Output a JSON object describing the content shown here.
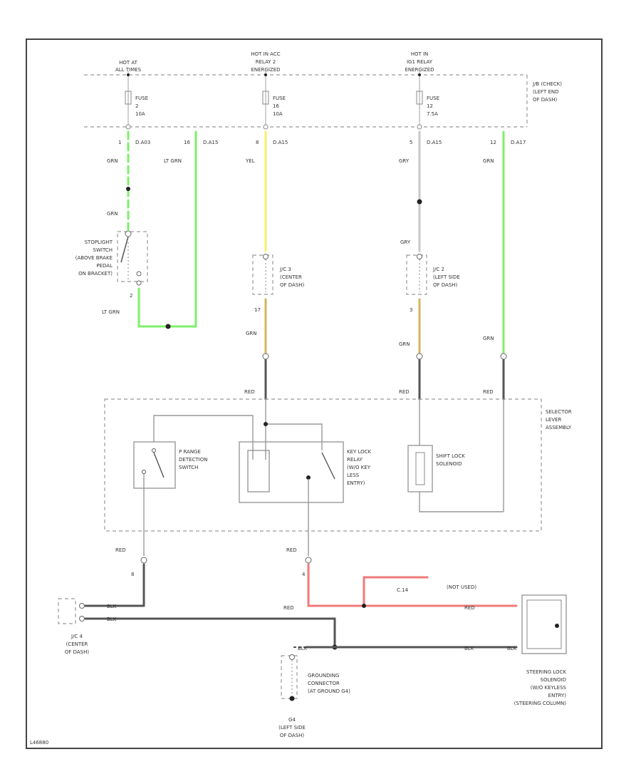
{
  "colors": {
    "green": "#7cf06a",
    "yellow": "#f4f06a",
    "tan": "#d6b45a",
    "red": "#f07a7a",
    "black": "#444444",
    "gray": "#c8c8c8",
    "frame": "#444444"
  },
  "labels": {
    "hot_at_1": "HOT AT",
    "hot_at_2": "ALL TIMES",
    "hot_relay_1": "HOT IN ACC",
    "hot_relay_2": "RELAY 2",
    "hot_relay_3": "ENERGIZED",
    "hot_ig_1": "HOT IN",
    "hot_ig_2": "IG1 RELAY",
    "hot_ig_3": "ENERGIZED",
    "jb_1": "J/B (CHECK)",
    "jb_2": "(LEFT END",
    "jb_3": "OF DASH)",
    "fuse_a_1": "FUSE",
    "fuse_a_2": "2",
    "fuse_a_3": "10A",
    "fuse_b_1": "FUSE",
    "fuse_b_2": "16",
    "fuse_b_3": "10A",
    "fuse_c_1": "FUSE",
    "fuse_c_2": "12",
    "fuse_c_3": "7.5A",
    "pin_1": "1",
    "conn_1": "D.A03",
    "pin_16": "16",
    "conn_16": "D.A15",
    "pin_8": "8",
    "conn_8": "D.A15",
    "pin_5": "5",
    "conn_5": "D.A15",
    "pin_12": "12",
    "conn_12": "D.A17",
    "wire_grn_top": "GRN",
    "wire_ltgrn_top": "LT GRN",
    "wire_yel": "YEL",
    "wire_gry_top": "GRY",
    "wire_grn_right": "GRN",
    "wire_grn_mid": "GRN",
    "wire_gry_mid": "GRY",
    "stoplight_1": "STOPLIGHT",
    "stoplight_2": "SWITCH",
    "stoplight_3": "(ABOVE BRAKE",
    "stoplight_4": "PEDAL",
    "stoplight_5": "ON BRACKET)",
    "pin_2": "2",
    "wire_ltgrn_bottom": "LT GRN",
    "jc3_1": "J/C 3",
    "jc3_2": "(CENTER",
    "jc3_3": "OF DASH)",
    "jc2_1": "J/C 2",
    "jc2_2": "(LEFT SIDE",
    "jc2_3": "OF DASH)",
    "pin_17": "17",
    "pin_3": "3",
    "wire_grn_a": "GRN",
    "wire_grn_b": "GRN",
    "wire_grn_c": "GRN",
    "wire_red_a": "RED",
    "wire_red_b": "RED",
    "wire_red_c": "RED",
    "selector_1": "SELECTOR",
    "selector_2": "LEVER",
    "selector_3": "ASSEMBLY",
    "prange_1": "P RANGE",
    "prange_2": "DETECTION",
    "prange_3": "SWITCH",
    "keylock_1": "KEY LOCK",
    "keylock_2": "RELAY",
    "keylock_3": "(W/O KEY",
    "keylock_4": "LESS",
    "keylock_5": "ENTRY)",
    "shiftlock_1": "SHIFT LOCK",
    "shiftlock_2": "SOLENOID",
    "wire_red_d": "RED",
    "wire_red_e": "RED",
    "pin_8b": "8",
    "pin_4": "4",
    "wire_red_f": "RED",
    "wire_red_g": "RED",
    "conn_c14": "C.14",
    "not_used": "(NOT USED)",
    "jc4_1": "J/C 4",
    "jc4_2": "(CENTER",
    "jc4_3": "OF DASH)",
    "wire_blk_a": "BLK",
    "wire_blk_b": "BLK",
    "wire_blk_c": "BLK",
    "wire_blk_d": "BLK",
    "wire_blk_e": "BLK",
    "ground_1": "GROUNDING",
    "ground_2": "CONNECTOR",
    "ground_3": "(AT GROUND G4)",
    "g4_1": "G4",
    "g4_2": "(LEFT SIDE",
    "g4_3": "OF DASH)",
    "steering_1": "STEERING LOCK",
    "steering_2": "SOLENOID",
    "steering_3": "(W/O KEYLESS",
    "steering_4": "ENTRY)",
    "steering_5": "(STEERING COLUMN)",
    "footer_code": "L46880"
  }
}
